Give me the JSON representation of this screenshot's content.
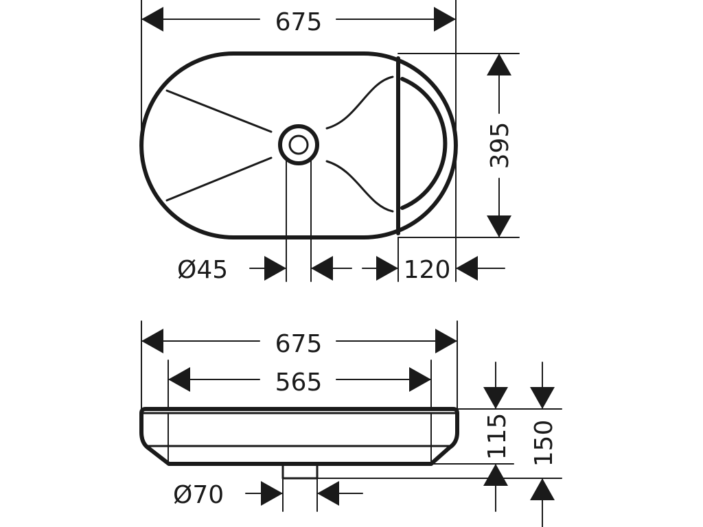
{
  "top_view": {
    "width_label": "675",
    "depth_label": "395",
    "drain_label": "Ø45",
    "rim_label": "120"
  },
  "side_view": {
    "outer_width_label": "675",
    "inner_width_label": "565",
    "bowl_height_label": "115",
    "total_height_label": "150",
    "waste_label": "Ø70"
  }
}
